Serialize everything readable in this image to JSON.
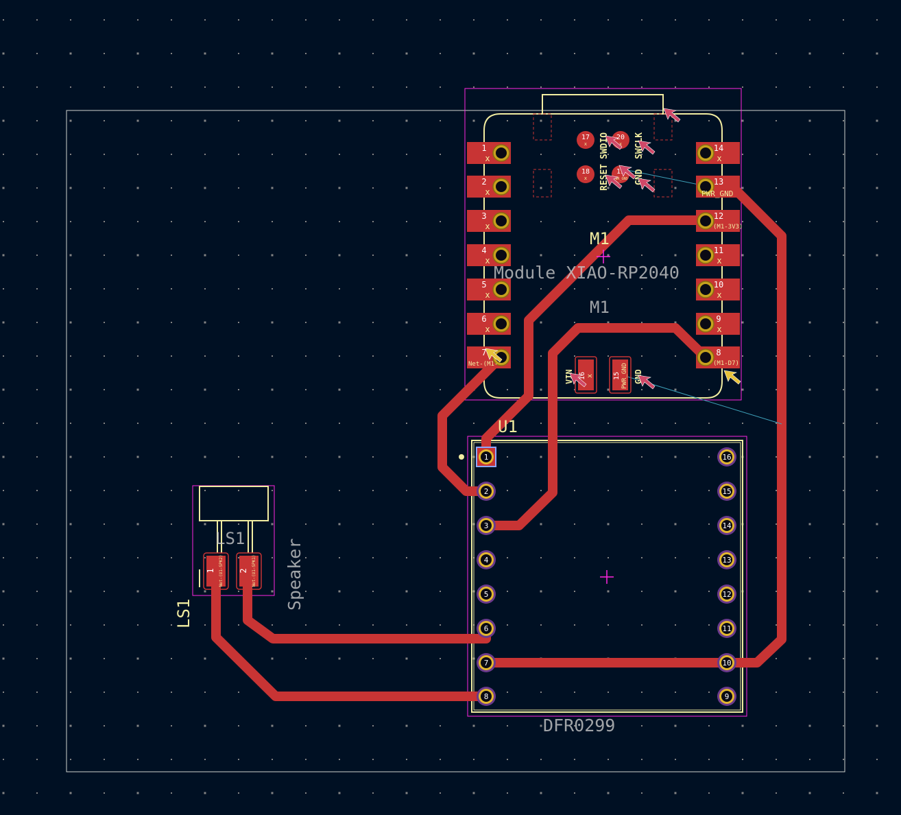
{
  "board": {
    "labels": {
      "module_value": "Module XIAO-RP2040",
      "module_ref_top": "M1",
      "module_ref": "M1",
      "u1_ref": "U1",
      "u1_value": "DFR0299",
      "ls1_ref_fab": "LS1",
      "ls1_ref_silk": "LS1",
      "ls1_value": "Speaker",
      "reset": "RESET",
      "swdio": "SWDIO",
      "swclk": "SWCLK",
      "gnd_top": "GND",
      "gnd_bottom": "GND",
      "vin": "VIN"
    },
    "m1_left_pads": [
      {
        "num": "1",
        "net": "x"
      },
      {
        "num": "2",
        "net": "x"
      },
      {
        "num": "3",
        "net": "x"
      },
      {
        "num": "4",
        "net": "x"
      },
      {
        "num": "5",
        "net": "x"
      },
      {
        "num": "6",
        "net": "x"
      },
      {
        "num": "7",
        "net": "Net-(M1-"
      }
    ],
    "m1_right_pads": [
      {
        "num": "14",
        "net": "x"
      },
      {
        "num": "13",
        "net": "PWR_GND"
      },
      {
        "num": "12",
        "net": "(M1-3V3)"
      },
      {
        "num": "11",
        "net": "x"
      },
      {
        "num": "10",
        "net": "x"
      },
      {
        "num": "9",
        "net": "x"
      },
      {
        "num": "8",
        "net": "(M1-D7)"
      }
    ],
    "m1_top_pads": [
      {
        "num": "17",
        "net": "x"
      },
      {
        "num": "20",
        "net": "x"
      },
      {
        "num": "18",
        "net": "x"
      },
      {
        "num": "19",
        "net": "PWR_GND"
      }
    ],
    "m1_bottom_pads": [
      {
        "num": "16",
        "net": "x"
      },
      {
        "num": "15",
        "net": "PWR_GND"
      }
    ],
    "u1_left_pins": [
      "1",
      "2",
      "3",
      "4",
      "5",
      "6",
      "7",
      "8"
    ],
    "u1_right_pins": [
      "16",
      "15",
      "14",
      "13",
      "12",
      "11",
      "10",
      "9"
    ],
    "ls1_pads": [
      {
        "num": "1",
        "net": "Net-(U1-SPK2)"
      },
      {
        "num": "2",
        "net": "Net-(U1-SPK1)"
      }
    ]
  },
  "colors": {
    "background": "#001023",
    "edge_cuts": "#d0d2cd",
    "copper": "#c83434",
    "silkscreen": "#f2eda1",
    "courtyard": "#ff26e2",
    "ratsnest": "#3ea0b8",
    "grid": "#848484",
    "drill_ring": "#e3b72e"
  }
}
